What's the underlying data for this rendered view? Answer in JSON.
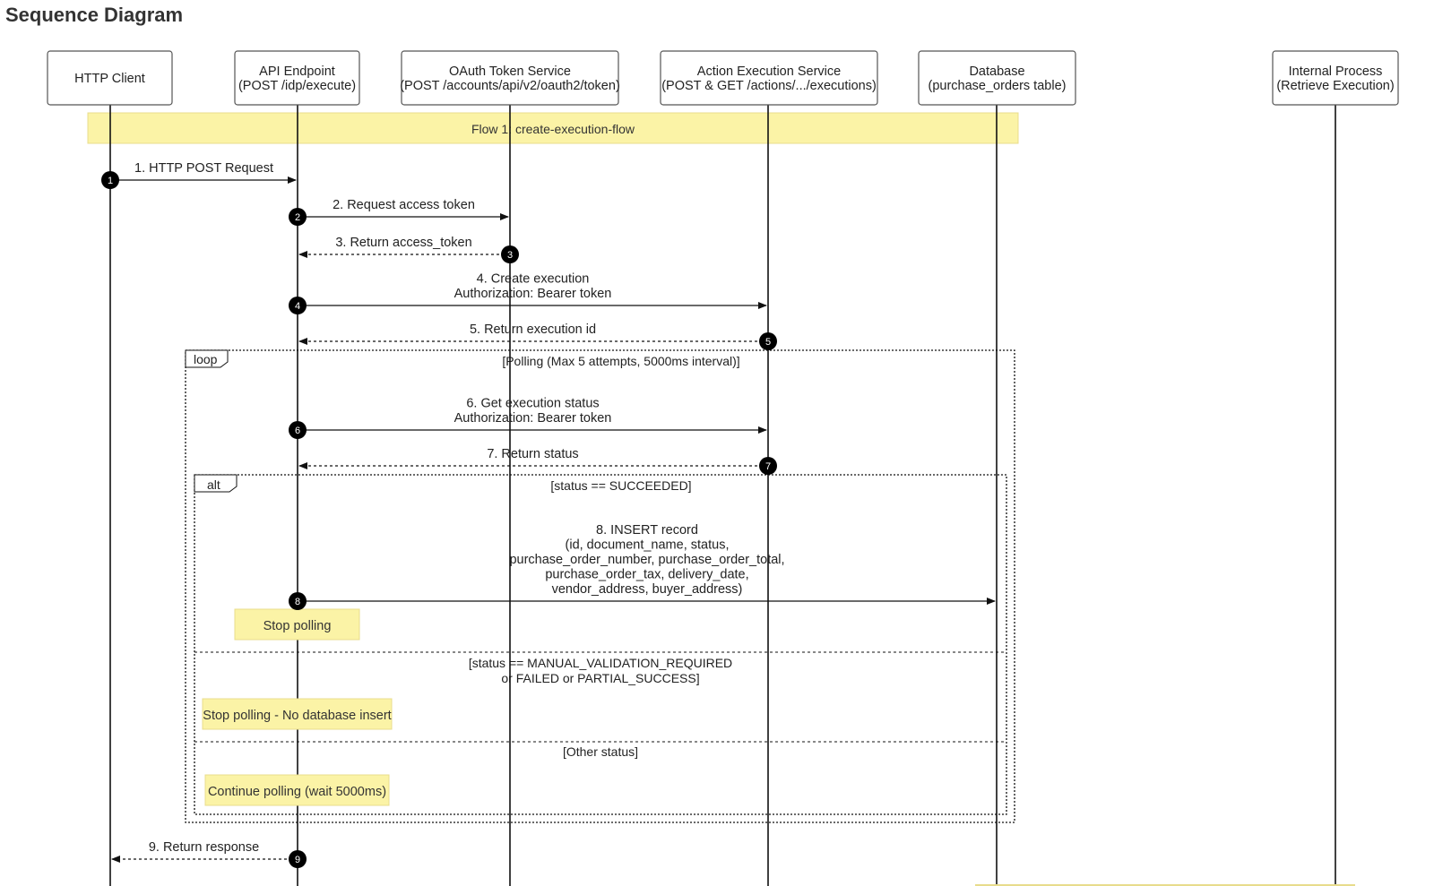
{
  "page": {
    "title": "Sequence Diagram"
  },
  "participants": [
    {
      "id": "client",
      "lines": [
        "HTTP Client"
      ]
    },
    {
      "id": "api",
      "lines": [
        "API Endpoint",
        "(POST /idp/execute)"
      ]
    },
    {
      "id": "oauth",
      "lines": [
        "OAuth Token Service",
        "(POST /accounts/api/v2/oauth2/token)"
      ]
    },
    {
      "id": "action",
      "lines": [
        "Action Execution Service",
        "(POST & GET /actions/.../executions)"
      ]
    },
    {
      "id": "db",
      "lines": [
        "Database",
        "(purchase_orders table)"
      ]
    },
    {
      "id": "internal",
      "lines": [
        "Internal Process",
        "(Retrieve Execution)"
      ]
    }
  ],
  "flow_label": "Flow 1: create-execution-flow",
  "messages": [
    {
      "num": "1",
      "from": "client",
      "to": "api",
      "dashed": false,
      "lines": [
        "1. HTTP POST Request"
      ]
    },
    {
      "num": "2",
      "from": "api",
      "to": "oauth",
      "dashed": false,
      "lines": [
        "2. Request access token"
      ]
    },
    {
      "num": "3",
      "from": "oauth",
      "to": "api",
      "dashed": true,
      "lines": [
        "3. Return access_token"
      ]
    },
    {
      "num": "4",
      "from": "api",
      "to": "action",
      "dashed": false,
      "lines": [
        "4. Create execution",
        "Authorization: Bearer token"
      ]
    },
    {
      "num": "5",
      "from": "action",
      "to": "api",
      "dashed": true,
      "lines": [
        "5. Return execution id"
      ]
    },
    {
      "num": "6",
      "from": "api",
      "to": "action",
      "dashed": false,
      "lines": [
        "6. Get execution status",
        "Authorization: Bearer token"
      ]
    },
    {
      "num": "7",
      "from": "action",
      "to": "api",
      "dashed": true,
      "lines": [
        "7. Return status"
      ]
    },
    {
      "num": "8",
      "from": "api",
      "to": "db",
      "dashed": false,
      "lines": [
        "8. INSERT record",
        "(id, document_name, status,",
        "purchase_order_number, purchase_order_total,",
        "purchase_order_tax, delivery_date,",
        "vendor_address, buyer_address)"
      ]
    },
    {
      "num": "9",
      "from": "api",
      "to": "client",
      "dashed": true,
      "lines": [
        "9. Return response"
      ]
    }
  ],
  "fragments": {
    "loop": {
      "tag": "loop",
      "guard": "[Polling (Max 5 attempts, 5000ms interval)]"
    },
    "alt": {
      "tag": "alt",
      "guards": [
        [
          "[status == SUCCEEDED]"
        ],
        [
          "[status == MANUAL_VALIDATION_REQUIRED",
          "or FAILED or PARTIAL_SUCCESS]"
        ],
        [
          "[Other status]"
        ]
      ]
    }
  },
  "notes": [
    "Stop polling",
    "Stop polling - No database insert",
    "Continue polling (wait 5000ms)"
  ],
  "colors": {
    "note_fill": "#fbf3a6",
    "note_stroke": "#e8dc8c",
    "line": "#111111",
    "badge_fill": "#000000",
    "badge_text": "#ffffff",
    "box_stroke": "#555555"
  }
}
